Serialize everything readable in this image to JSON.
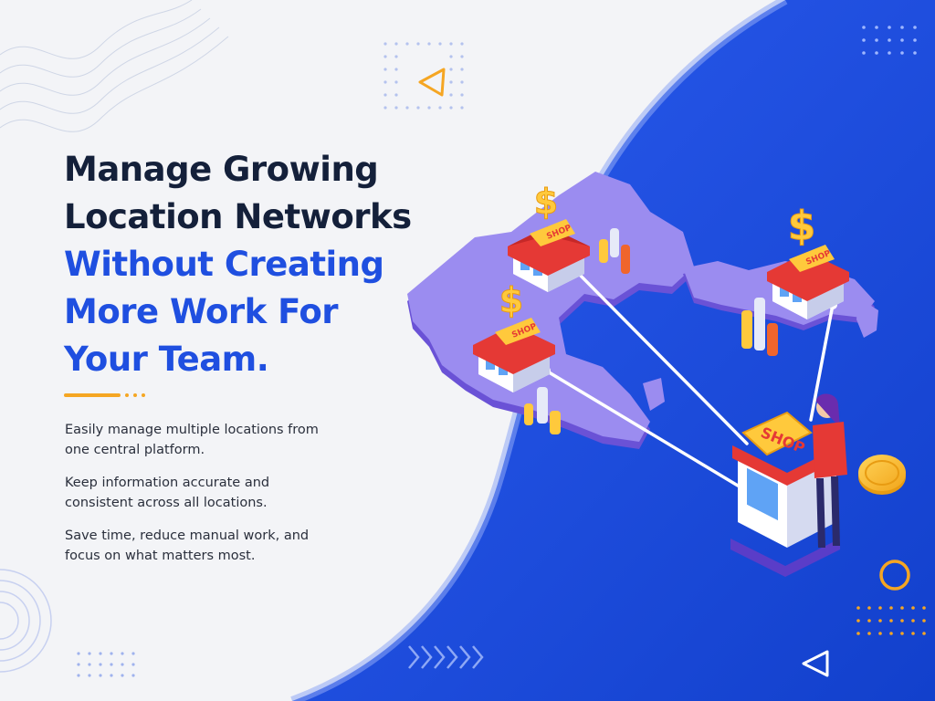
{
  "headline": {
    "line1": "Manage Growing",
    "line2": "Location Networks",
    "line3": "Without Creating",
    "line4": "More Work For",
    "line5": "Your Team."
  },
  "bullets": [
    "Easily manage multiple locations from one central platform.",
    "Keep information accurate and consistent across all locations.",
    "Save time, reduce manual work, and focus on what matters most."
  ],
  "illustration": {
    "sign_text": "SHOP",
    "currency_symbol": "$"
  },
  "colors": {
    "headline_dark": "#14203a",
    "headline_accent": "#1f4fe0",
    "background_blue": "#1d4fe0",
    "accent_orange": "#f5a623",
    "map_lavender": "#9b8cf0",
    "shop_awning_red": "#e53935"
  },
  "icons": [
    "dollar-icon",
    "chart-bars-icon",
    "coin-icon",
    "triangle-icon",
    "ring-icon",
    "chevrons-icon",
    "concentric-rings-icon",
    "wave-lines-icon",
    "dot-grid-icon",
    "person-icon",
    "connection-pin-icon"
  ]
}
